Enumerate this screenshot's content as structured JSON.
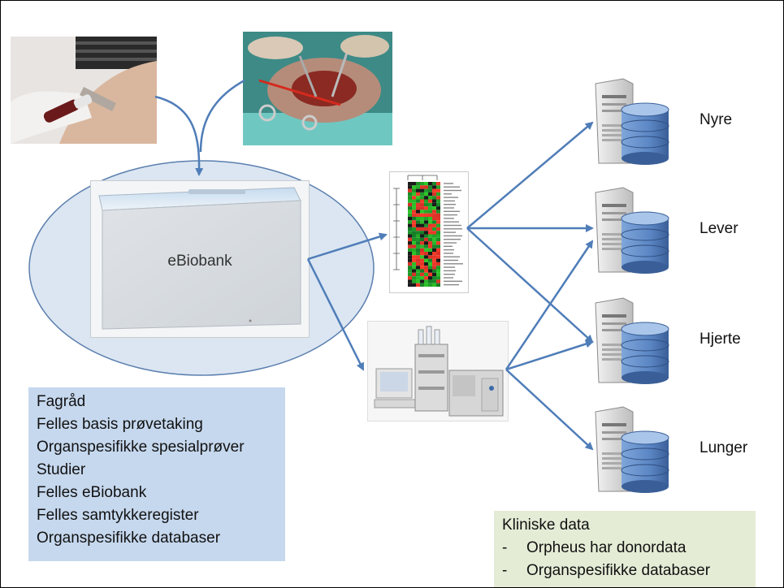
{
  "freezer": {
    "label": "eBiobank"
  },
  "info_box": {
    "items": [
      "Fagråd",
      "Felles basis prøvetaking",
      "Organspesifikke spesialprøver",
      "Studier",
      "Felles eBiobank",
      "Felles samtykkeregister",
      "Organspesifikke databaser"
    ]
  },
  "servers": [
    {
      "label": "Nyre"
    },
    {
      "label": "Lever"
    },
    {
      "label": "Hjerte"
    },
    {
      "label": "Lunger"
    }
  ],
  "clinical": {
    "title": "Kliniske data",
    "items": [
      "Orpheus har donordata",
      "Organspesifikke databaser"
    ],
    "bullet": "-"
  },
  "colors": {
    "arrow": "#4f7db8",
    "ellipse_fill": "#dbe6f2",
    "ellipse_stroke": "#5b7fae",
    "info_bg": "#c6d8ee",
    "clinical_bg": "#e4ecd6",
    "db_blue": "#5b86c4"
  }
}
